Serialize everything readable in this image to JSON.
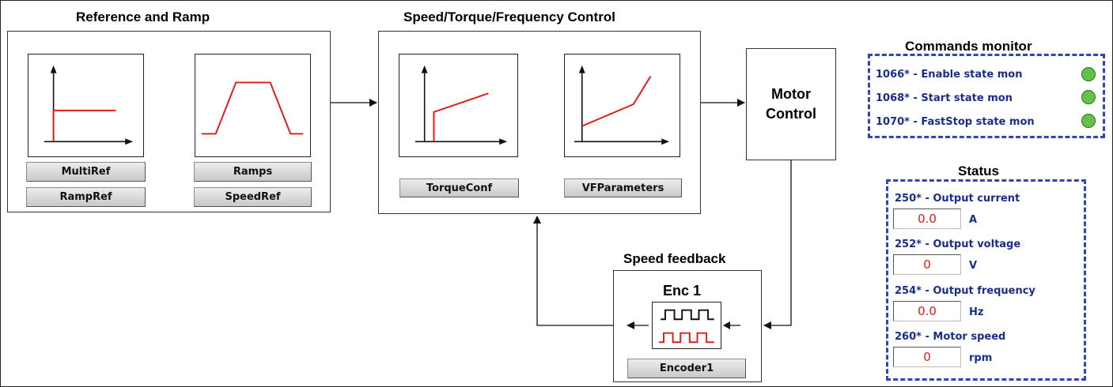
{
  "reference_ramp": {
    "title": "Reference and Ramp",
    "buttons": [
      "MultiRef",
      "RampRef",
      "Ramps",
      "SpeedRef"
    ]
  },
  "control": {
    "title": "Speed/Torque/Frequency Control",
    "buttons": [
      "TorqueConf",
      "VFParameters"
    ]
  },
  "motor_control": {
    "line1": "Motor",
    "line2": "Control"
  },
  "speed_feedback": {
    "title": "Speed feedback",
    "encoder_label": "Enc 1",
    "button": "Encoder1"
  },
  "commands_monitor": {
    "title": "Commands monitor",
    "items": [
      {
        "label": "1066* - Enable state mon",
        "state_color": "#63c24a"
      },
      {
        "label": "1068* - Start state mon",
        "state_color": "#63c24a"
      },
      {
        "label": "1070* - FastStop state mon",
        "state_color": "#63c24a"
      }
    ]
  },
  "status": {
    "title": "Status",
    "items": [
      {
        "label": "250* - Output current",
        "value": "0.0",
        "unit": "A"
      },
      {
        "label": "252* - Output voltage",
        "value": "0",
        "unit": "V"
      },
      {
        "label": "254* - Output frequency",
        "value": "0.0",
        "unit": "Hz"
      },
      {
        "label": "260* - Motor speed",
        "value": "0",
        "unit": "rpm"
      }
    ]
  },
  "colors": {
    "curve": "#e21a1a",
    "monitor_border": "#3344b8",
    "monitor_text": "#1a2d8a",
    "led_on": "#63c24a"
  }
}
